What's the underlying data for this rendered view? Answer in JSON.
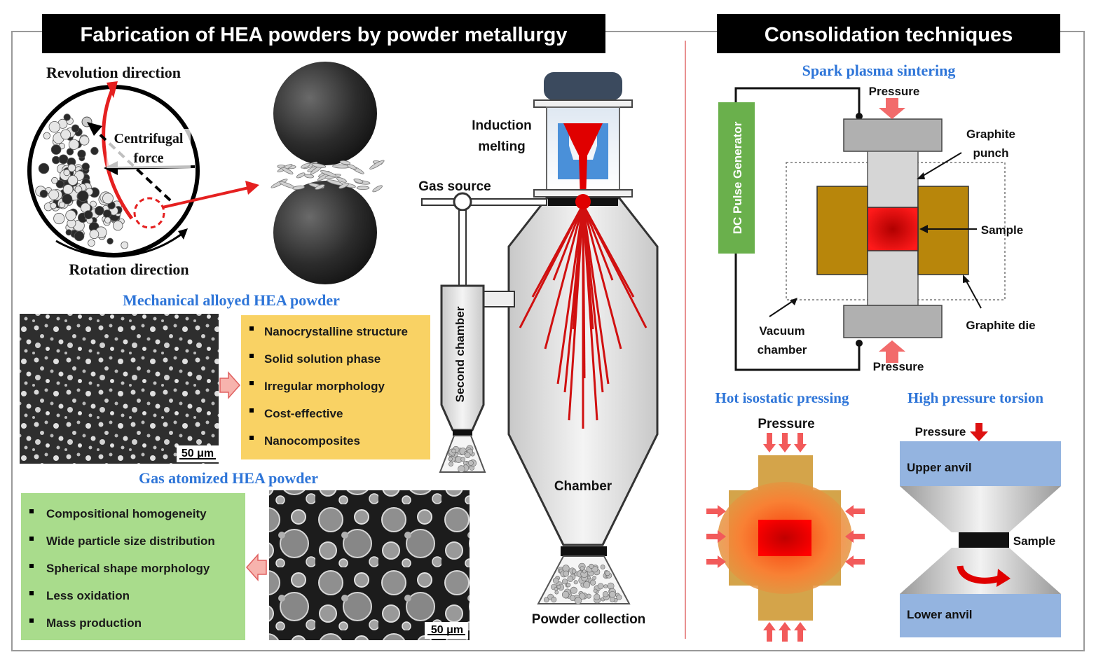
{
  "left_panel": {
    "header": "Fabrication of HEA powders by powder metallurgy",
    "ball_mill": {
      "revolution_label": "Revolution direction",
      "centrifugal_label_1": "Centrifugal",
      "centrifugal_label_2": "force",
      "rotation_label": "Rotation direction"
    },
    "mechanical": {
      "title": "Mechanical alloyed HEA powder",
      "scale_bar": "50 μm",
      "features": [
        "Nanocrystalline structure",
        "Solid solution phase",
        "Irregular morphology",
        "Cost-effective",
        "Nanocomposites"
      ],
      "box_color": "#f9d264"
    },
    "gas_atomized": {
      "title": "Gas atomized HEA powder",
      "scale_bar": "50 μm",
      "features": [
        "Compositional homogeneity",
        "Wide particle size distribution",
        "Spherical shape morphology",
        "Less oxidation",
        "Mass production"
      ],
      "box_color": "#a9dc8c"
    },
    "atomizer": {
      "induction_label_1": "Induction",
      "induction_label_2": "melting",
      "gas_source_label": "Gas source",
      "second_chamber_label": "Second chamber",
      "chamber_label": "Chamber",
      "collection_label": "Powder collection"
    }
  },
  "right_panel": {
    "header": "Consolidation techniques",
    "sps": {
      "title": "Spark plasma sintering",
      "generator_label": "DC Pulse Generator",
      "pressure_top": "Pressure",
      "pressure_bottom": "Pressure",
      "punch_label_1": "Graphite",
      "punch_label_2": "punch",
      "sample_label": "Sample",
      "vacuum_label_1": "Vacuum",
      "vacuum_label_2": "chamber",
      "die_label": "Graphite die"
    },
    "hip": {
      "title": "Hot isostatic pressing",
      "pressure_label": "Pressure"
    },
    "hpt": {
      "title": "High pressure torsion",
      "pressure_label": "Pressure",
      "upper_label": "Upper anvil",
      "lower_label": "Lower anvil",
      "sample_label": "Sample"
    }
  },
  "colors": {
    "header_bg": "#000000",
    "title_blue": "#2e75d8",
    "arrow_red": "#e02020",
    "divider_red": "#e89090",
    "generator_green": "#6ab04c",
    "die_gold": "#b8860b",
    "anvil_blue": "#94b4e0"
  }
}
